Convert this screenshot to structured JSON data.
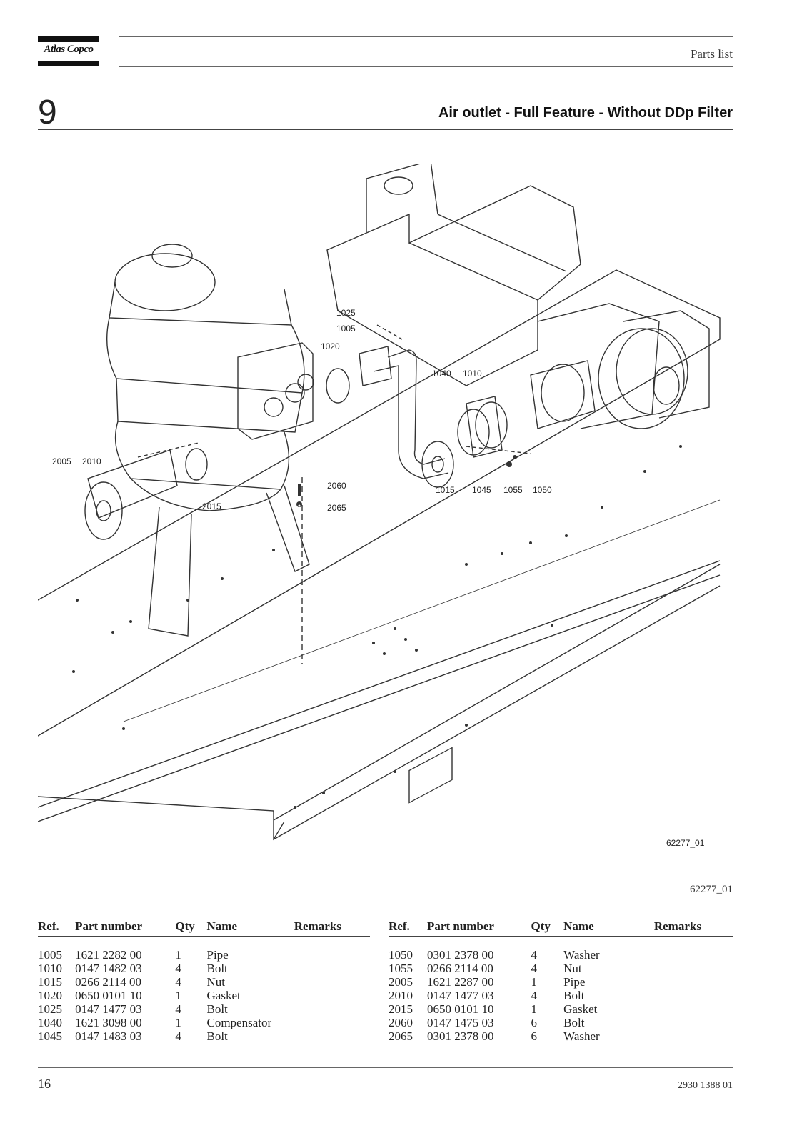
{
  "header": {
    "brand": "Atlas Copco",
    "label": "Parts list"
  },
  "section": {
    "number": "9",
    "title": "Air outlet - Full Feature - Without DDp Filter"
  },
  "figure": {
    "id_inner": "62277_01",
    "id_caption": "62277_01",
    "callouts": [
      "1025",
      "1005",
      "1020",
      "1040",
      "1010",
      "2005",
      "2010",
      "2060",
      "2065",
      "2015",
      "1015",
      "1045",
      "1055",
      "1050"
    ]
  },
  "table": {
    "headers": {
      "ref": "Ref.",
      "part": "Part number",
      "qty": "Qty",
      "name": "Name",
      "remarks": "Remarks"
    },
    "left": [
      {
        "ref": "1005",
        "part": "1621 2282 00",
        "qty": "1",
        "name": "Pipe",
        "remarks": ""
      },
      {
        "ref": "1010",
        "part": "0147 1482 03",
        "qty": "4",
        "name": "Bolt",
        "remarks": ""
      },
      {
        "ref": "1015",
        "part": "0266 2114 00",
        "qty": "4",
        "name": "Nut",
        "remarks": ""
      },
      {
        "ref": "1020",
        "part": "0650 0101 10",
        "qty": "1",
        "name": "Gasket",
        "remarks": ""
      },
      {
        "ref": "1025",
        "part": "0147 1477 03",
        "qty": "4",
        "name": "Bolt",
        "remarks": ""
      },
      {
        "ref": "1040",
        "part": "1621 3098 00",
        "qty": "1",
        "name": "Compensator",
        "remarks": ""
      },
      {
        "ref": "1045",
        "part": "0147 1483 03",
        "qty": "4",
        "name": "Bolt",
        "remarks": ""
      }
    ],
    "right": [
      {
        "ref": "1050",
        "part": "0301 2378 00",
        "qty": "4",
        "name": "Washer",
        "remarks": ""
      },
      {
        "ref": "1055",
        "part": "0266 2114 00",
        "qty": "4",
        "name": "Nut",
        "remarks": ""
      },
      {
        "ref": "2005",
        "part": "1621 2287 00",
        "qty": "1",
        "name": "Pipe",
        "remarks": ""
      },
      {
        "ref": "2010",
        "part": "0147 1477 03",
        "qty": "4",
        "name": "Bolt",
        "remarks": ""
      },
      {
        "ref": "2015",
        "part": "0650 0101 10",
        "qty": "1",
        "name": "Gasket",
        "remarks": ""
      },
      {
        "ref": "2060",
        "part": "0147 1475 03",
        "qty": "6",
        "name": "Bolt",
        "remarks": ""
      },
      {
        "ref": "2065",
        "part": "0301 2378 00",
        "qty": "6",
        "name": "Washer",
        "remarks": ""
      }
    ]
  },
  "footer": {
    "page": "16",
    "doc": "2930 1388 01"
  }
}
